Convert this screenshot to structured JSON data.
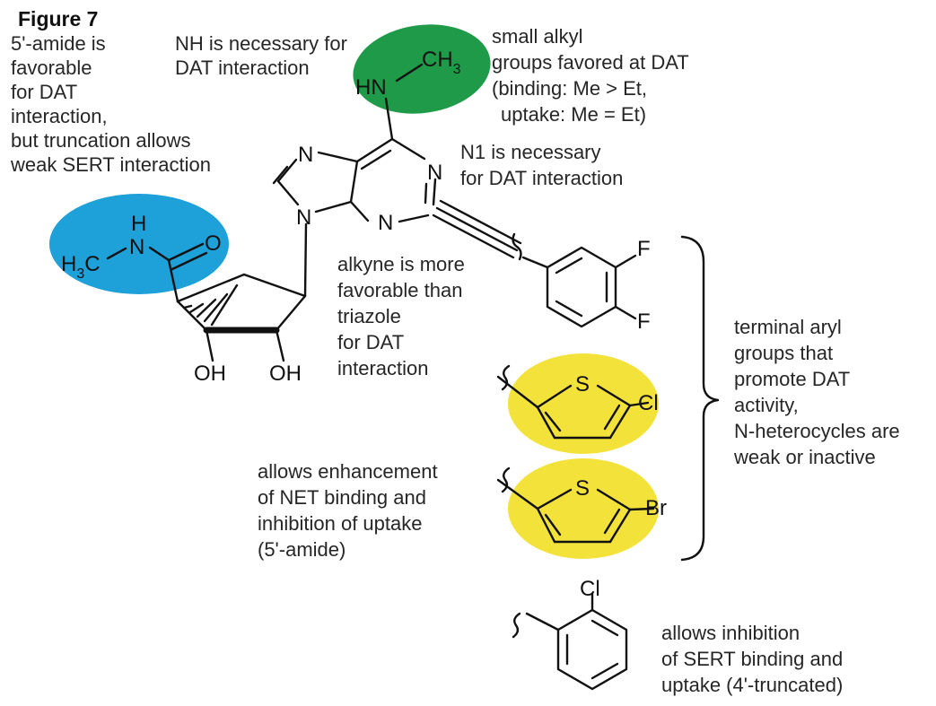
{
  "figure": {
    "title": "Figure 7"
  },
  "colors": {
    "green_highlight": "#1e9a48",
    "blue_highlight": "#1ea0d8",
    "yellow_highlight": "#f3e23a",
    "text": "#262626"
  },
  "annotations": {
    "amide_note": [
      "5'-amide is",
      "favorable",
      "for DAT",
      "interaction,",
      "but truncation allows",
      "weak SERT interaction"
    ],
    "nh_note": [
      "NH is necessary for",
      "DAT interaction"
    ],
    "alkyl_note": [
      "small alkyl",
      "groups favored at DAT",
      "(binding: Me > Et,",
      "uptake: Me = Et)"
    ],
    "n1_note": [
      "N1 is necessary",
      "for DAT interaction"
    ],
    "alkyne_note": [
      "alkyne is more",
      "favorable than",
      "triazole",
      "for DAT",
      "interaction"
    ],
    "aryl_note": [
      "terminal aryl",
      "groups that",
      "promote DAT",
      "activity,",
      "N-heterocycles are",
      "weak or inactive"
    ],
    "net_note": [
      "allows enhancement",
      "of NET binding and",
      "inhibition of uptake",
      "(5'-amide)"
    ],
    "sert_note": [
      "allows inhibition",
      "of SERT binding and",
      "uptake (4'-truncated)"
    ]
  },
  "atoms": {
    "n7": "N",
    "n1": "N",
    "n3": "N",
    "n9": "N",
    "nh": "HN",
    "ch3_c": "CH",
    "ch3_sub": "3",
    "amide_h": "H",
    "amide_n": "N",
    "h3c_h": "H",
    "h3c_sub": "3",
    "h3c_c": "C",
    "o": "O",
    "oh1": "OH",
    "oh2": "OH",
    "f1": "F",
    "f2": "F",
    "s1": "S",
    "cl1": "Cl",
    "s2": "S",
    "br": "Br",
    "cl2": "Cl"
  }
}
